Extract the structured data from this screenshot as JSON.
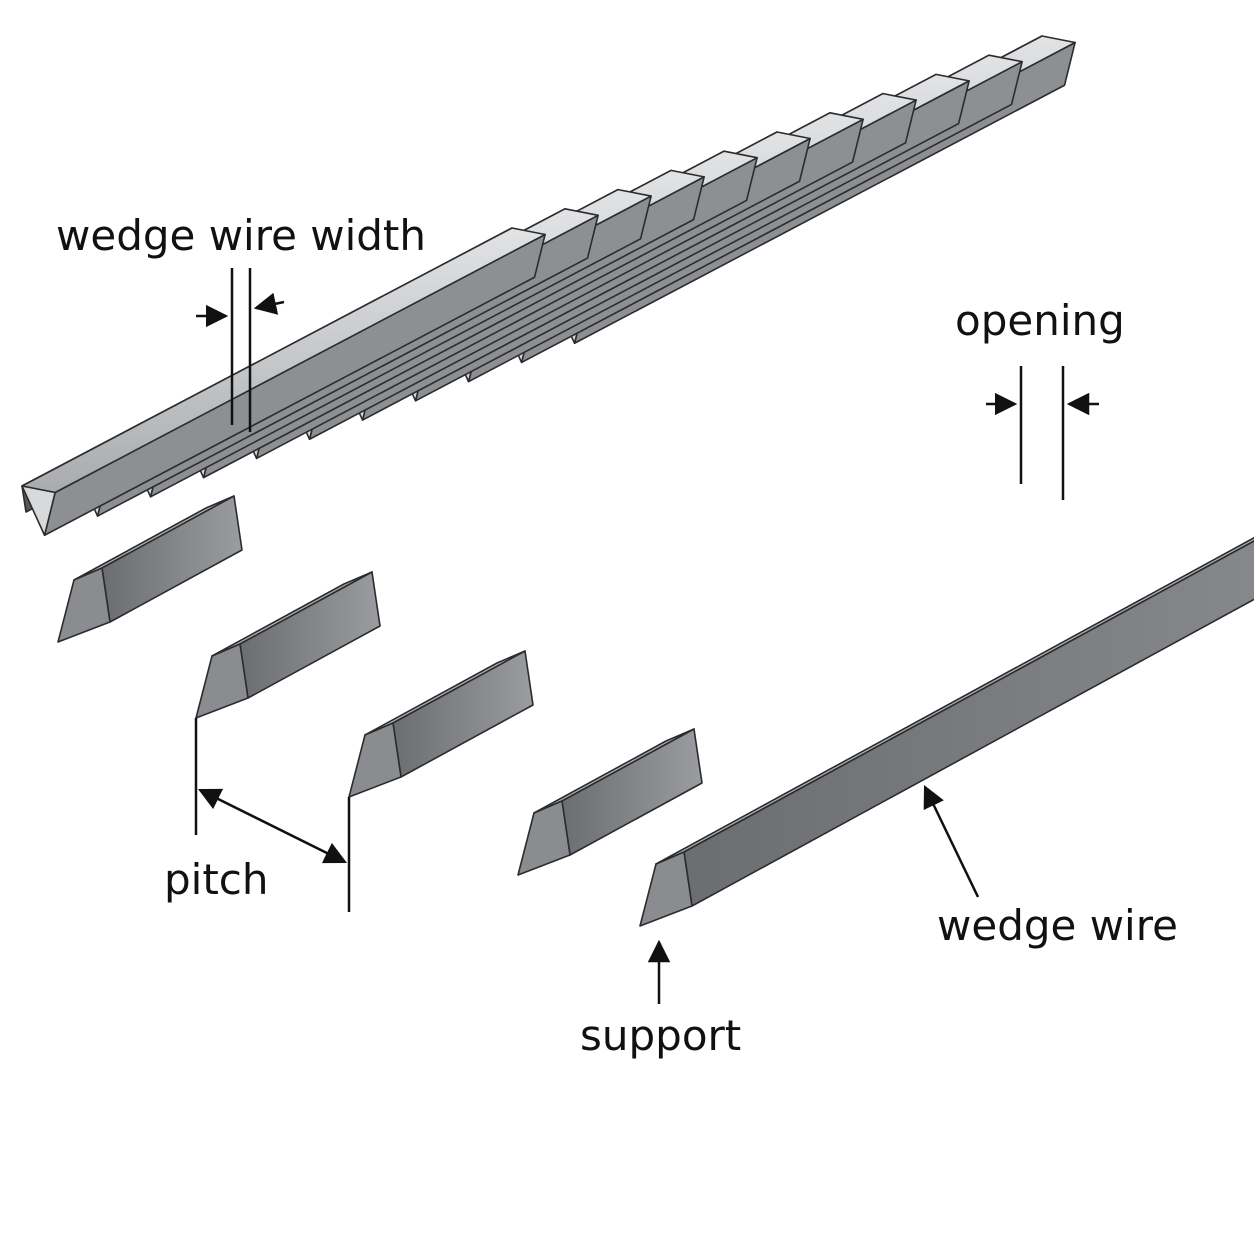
{
  "labels": {
    "wedge_wire_width": "wedge wire width",
    "opening": "opening",
    "pitch": "pitch",
    "wedge_wire": "wedge wire",
    "support": "support"
  },
  "colors": {
    "wire_top": "#c9cacc",
    "wire_side": "#6f7175",
    "wire_end": "#d8d9db",
    "support_face": "#8a8c90",
    "support_top": "#b3b4b7",
    "outline": "#2b2c2e",
    "ink": "#111111"
  },
  "counts": {
    "wedge_wires": 11,
    "supports": 5
  }
}
